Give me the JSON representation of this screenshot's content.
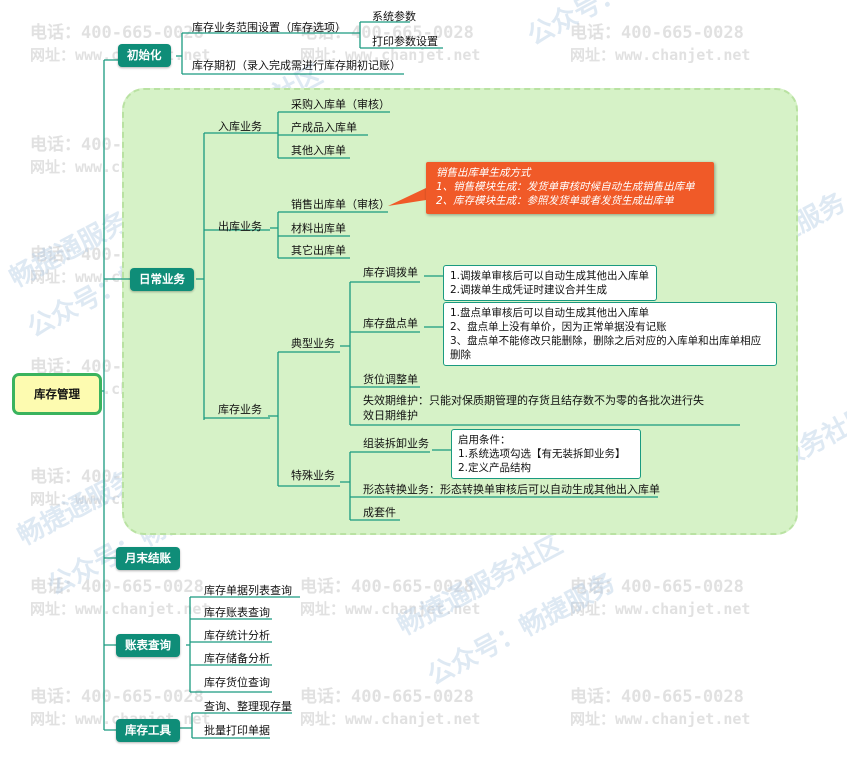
{
  "watermark": {
    "tel": "电话：400-665-0028",
    "url": "网址：www.chanjet.net",
    "diag1": "畅捷通服务社区",
    "diag2": "公众号：畅捷服务"
  },
  "root": "库存管理",
  "init": {
    "label": "初始化",
    "scope": "库存业务范围设置（库存选项）",
    "scope_items": [
      "系统参数",
      "打印参数设置"
    ],
    "opening": "库存期初（录入完成需进行库存期初记账）"
  },
  "daily": {
    "label": "日常业务",
    "inbound": {
      "label": "入库业务",
      "items": [
        "采购入库单（审核）",
        "产成品入库单",
        "其他入库单"
      ]
    },
    "outbound": {
      "label": "出库业务",
      "items": [
        "销售出库单（审核）",
        "材料出库单",
        "其它出库单"
      ]
    },
    "callout": {
      "title": "销售出库单生成方式",
      "line1": "1、销售模块生成：发货单审核时候自动生成销售出库单",
      "line2": "2、库存模块生成：参照发货单或者发货生成出库单"
    },
    "stock": {
      "label": "库存业务",
      "typical": {
        "label": "典型业务",
        "transfer": {
          "label": "库存调拨单",
          "notes": [
            "1.调拨单审核后可以自动生成其他出入库单",
            "2.调拨单生成凭证时建议合并生成"
          ]
        },
        "count": {
          "label": "库存盘点单",
          "notes": [
            "1.盘点单审核后可以自动生成其他出入库单",
            "2、盘点单上没有单价，因为正常单据没有记账",
            "3、盘点单不能修改只能删除，删除之后对应的入库单和出库单相应删除"
          ]
        },
        "location": "货位调整单",
        "expiry": "失效期维护：只能对保质期管理的存货且结存数不为零的各批次进行失效日期维护"
      },
      "special": {
        "label": "特殊业务",
        "assembly": {
          "label": "组装拆卸业务",
          "notes": [
            "启用条件：",
            "1.系统选项勾选【有无装拆卸业务】",
            "2.定义产品结构"
          ]
        },
        "convert": "形态转换业务：形态转换单审核后可以自动生成其他出入库单",
        "kit": "成套件"
      }
    }
  },
  "month_end": {
    "label": "月末结账"
  },
  "reports": {
    "label": "账表查询",
    "items": [
      "库存单据列表查询",
      "库存账表查询",
      "库存统计分析",
      "库存储备分析",
      "库存货位查询"
    ]
  },
  "tools": {
    "label": "库存工具",
    "items": [
      "查询、整理现存量",
      "批量打印单据"
    ]
  }
}
